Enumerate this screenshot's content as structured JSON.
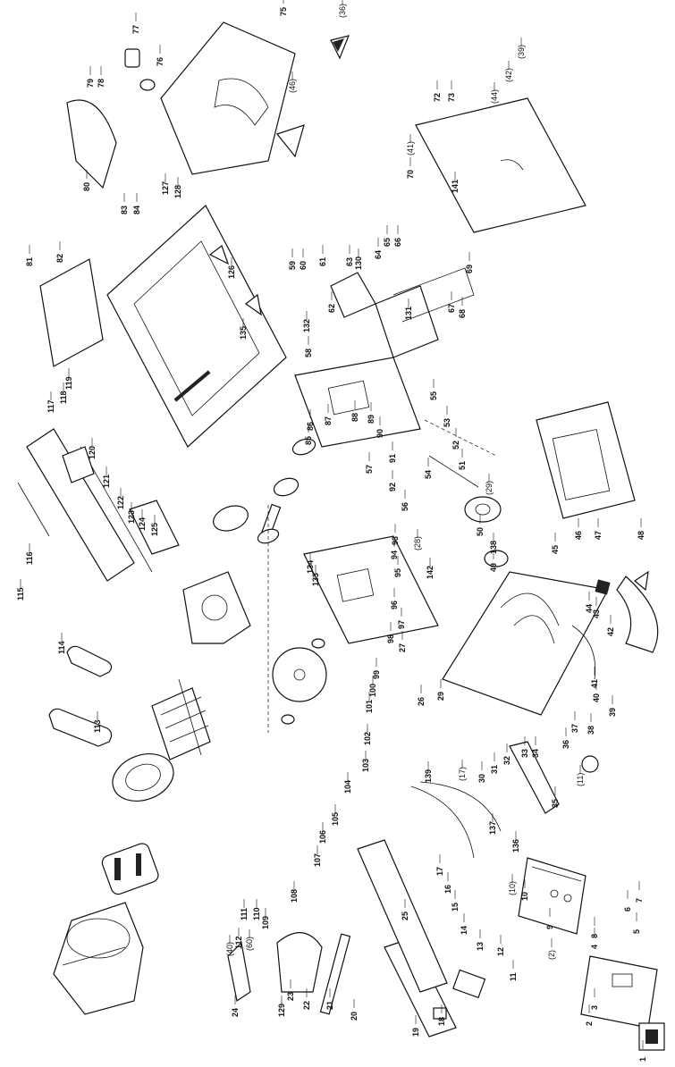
{
  "diagram": {
    "orientation": "rotated-90-ccw",
    "callouts": [
      {
        "id": "c1",
        "text": "1"
      },
      {
        "id": "c2",
        "text": "2"
      },
      {
        "id": "c3",
        "text": "3"
      },
      {
        "id": "c4",
        "text": "4"
      },
      {
        "id": "c5",
        "text": "5"
      },
      {
        "id": "c6",
        "text": "6"
      },
      {
        "id": "c7",
        "text": "7"
      },
      {
        "id": "c8",
        "text": "8"
      },
      {
        "id": "c9",
        "text": "9"
      },
      {
        "id": "c10",
        "text": "10"
      },
      {
        "id": "c11",
        "text": "11"
      },
      {
        "id": "c12",
        "text": "12"
      },
      {
        "id": "c13",
        "text": "13"
      },
      {
        "id": "c14",
        "text": "14"
      },
      {
        "id": "c15",
        "text": "15"
      },
      {
        "id": "c16",
        "text": "16"
      },
      {
        "id": "c17",
        "text": "17"
      },
      {
        "id": "c18",
        "text": "18"
      },
      {
        "id": "c19",
        "text": "19"
      },
      {
        "id": "c20",
        "text": "20"
      },
      {
        "id": "c21",
        "text": "21"
      },
      {
        "id": "c22",
        "text": "22"
      },
      {
        "id": "c23",
        "text": "23"
      },
      {
        "id": "c24",
        "text": "24"
      },
      {
        "id": "c25",
        "text": "25"
      },
      {
        "id": "c26",
        "text": "26"
      },
      {
        "id": "c27",
        "text": "27"
      },
      {
        "id": "c29",
        "text": "29"
      },
      {
        "id": "c30",
        "text": "30"
      },
      {
        "id": "c31",
        "text": "31"
      },
      {
        "id": "c32",
        "text": "32"
      },
      {
        "id": "c33",
        "text": "33"
      },
      {
        "id": "c34",
        "text": "34"
      },
      {
        "id": "c35",
        "text": "35"
      },
      {
        "id": "c36",
        "text": "36"
      },
      {
        "id": "c37",
        "text": "37"
      },
      {
        "id": "c38",
        "text": "38"
      },
      {
        "id": "c39",
        "text": "39"
      },
      {
        "id": "c40",
        "text": "40"
      },
      {
        "id": "c41",
        "text": "41"
      },
      {
        "id": "c42",
        "text": "42"
      },
      {
        "id": "c43",
        "text": "43"
      },
      {
        "id": "c44",
        "text": "44"
      },
      {
        "id": "c45",
        "text": "45"
      },
      {
        "id": "c46",
        "text": "46"
      },
      {
        "id": "c47",
        "text": "47"
      },
      {
        "id": "c48",
        "text": "48"
      },
      {
        "id": "c49",
        "text": "49"
      },
      {
        "id": "c50",
        "text": "50"
      },
      {
        "id": "c51",
        "text": "51"
      },
      {
        "id": "c52",
        "text": "52"
      },
      {
        "id": "c53",
        "text": "53"
      },
      {
        "id": "c54",
        "text": "54"
      },
      {
        "id": "c55",
        "text": "55"
      },
      {
        "id": "c56",
        "text": "56"
      },
      {
        "id": "c57",
        "text": "57"
      },
      {
        "id": "c58",
        "text": "58"
      },
      {
        "id": "c59",
        "text": "59"
      },
      {
        "id": "c60",
        "text": "60"
      },
      {
        "id": "c61",
        "text": "61"
      },
      {
        "id": "c62",
        "text": "62"
      },
      {
        "id": "c63",
        "text": "63"
      },
      {
        "id": "c64",
        "text": "64"
      },
      {
        "id": "c65",
        "text": "65"
      },
      {
        "id": "c66",
        "text": "66"
      },
      {
        "id": "c67",
        "text": "67"
      },
      {
        "id": "c68",
        "text": "68"
      },
      {
        "id": "c69",
        "text": "69"
      },
      {
        "id": "c70",
        "text": "70"
      },
      {
        "id": "c72",
        "text": "72"
      },
      {
        "id": "c73",
        "text": "73"
      },
      {
        "id": "c75",
        "text": "75"
      },
      {
        "id": "c76",
        "text": "76"
      },
      {
        "id": "c77",
        "text": "77"
      },
      {
        "id": "c78",
        "text": "78"
      },
      {
        "id": "c79",
        "text": "79"
      },
      {
        "id": "c80",
        "text": "80"
      },
      {
        "id": "c81",
        "text": "81"
      },
      {
        "id": "c82",
        "text": "82"
      },
      {
        "id": "c83",
        "text": "83"
      },
      {
        "id": "c84",
        "text": "84"
      },
      {
        "id": "c85",
        "text": "85"
      },
      {
        "id": "c86",
        "text": "86"
      },
      {
        "id": "c87",
        "text": "87"
      },
      {
        "id": "c88",
        "text": "88"
      },
      {
        "id": "c89",
        "text": "89"
      },
      {
        "id": "c90",
        "text": "90"
      },
      {
        "id": "c91",
        "text": "91"
      },
      {
        "id": "c92",
        "text": "92"
      },
      {
        "id": "c93",
        "text": "93"
      },
      {
        "id": "c94",
        "text": "94"
      },
      {
        "id": "c95",
        "text": "95"
      },
      {
        "id": "c96",
        "text": "96"
      },
      {
        "id": "c97",
        "text": "97"
      },
      {
        "id": "c98",
        "text": "98"
      },
      {
        "id": "c99",
        "text": "99"
      },
      {
        "id": "c100",
        "text": "100"
      },
      {
        "id": "c101",
        "text": "101"
      },
      {
        "id": "c102",
        "text": "102"
      },
      {
        "id": "c103",
        "text": "103"
      },
      {
        "id": "c104",
        "text": "104"
      },
      {
        "id": "c105",
        "text": "105"
      },
      {
        "id": "c106",
        "text": "106"
      },
      {
        "id": "c107",
        "text": "107"
      },
      {
        "id": "c108",
        "text": "108"
      },
      {
        "id": "c109",
        "text": "109"
      },
      {
        "id": "c110",
        "text": "110"
      },
      {
        "id": "c111",
        "text": "111"
      },
      {
        "id": "c112",
        "text": "112"
      },
      {
        "id": "c113",
        "text": "113"
      },
      {
        "id": "c114",
        "text": "114"
      },
      {
        "id": "c115",
        "text": "115"
      },
      {
        "id": "c116",
        "text": "116"
      },
      {
        "id": "c117",
        "text": "117"
      },
      {
        "id": "c118",
        "text": "118"
      },
      {
        "id": "c119",
        "text": "119"
      },
      {
        "id": "c120",
        "text": "120"
      },
      {
        "id": "c121",
        "text": "121"
      },
      {
        "id": "c122",
        "text": "122"
      },
      {
        "id": "c123",
        "text": "123"
      },
      {
        "id": "c124",
        "text": "124"
      },
      {
        "id": "c125",
        "text": "125"
      },
      {
        "id": "c126",
        "text": "126"
      },
      {
        "id": "c127",
        "text": "127"
      },
      {
        "id": "c128",
        "text": "128"
      },
      {
        "id": "c129",
        "text": "129"
      },
      {
        "id": "c130",
        "text": "130"
      },
      {
        "id": "c131",
        "text": "131"
      },
      {
        "id": "c132",
        "text": "132"
      },
      {
        "id": "c133",
        "text": "133"
      },
      {
        "id": "c134",
        "text": "134"
      },
      {
        "id": "c135",
        "text": "135"
      },
      {
        "id": "c136",
        "text": "136"
      },
      {
        "id": "c137",
        "text": "137"
      },
      {
        "id": "c138",
        "text": "138"
      },
      {
        "id": "c139",
        "text": "139"
      },
      {
        "id": "c141",
        "text": "141"
      },
      {
        "id": "c142",
        "text": "142"
      },
      {
        "id": "p2",
        "text": "(2)"
      },
      {
        "id": "p10",
        "text": "(10)"
      },
      {
        "id": "p11",
        "text": "(11)"
      },
      {
        "id": "p17",
        "text": "(17)"
      },
      {
        "id": "p28",
        "text": "(28)"
      },
      {
        "id": "p29",
        "text": "(29)"
      },
      {
        "id": "p36",
        "text": "(36)"
      },
      {
        "id": "p39",
        "text": "(39)"
      },
      {
        "id": "p40",
        "text": "(40)"
      },
      {
        "id": "p41",
        "text": "(41)"
      },
      {
        "id": "p42",
        "text": "(42)"
      },
      {
        "id": "p44",
        "text": "(44)"
      },
      {
        "id": "p46",
        "text": "(46)"
      },
      {
        "id": "p60",
        "text": "(60)"
      }
    ]
  }
}
